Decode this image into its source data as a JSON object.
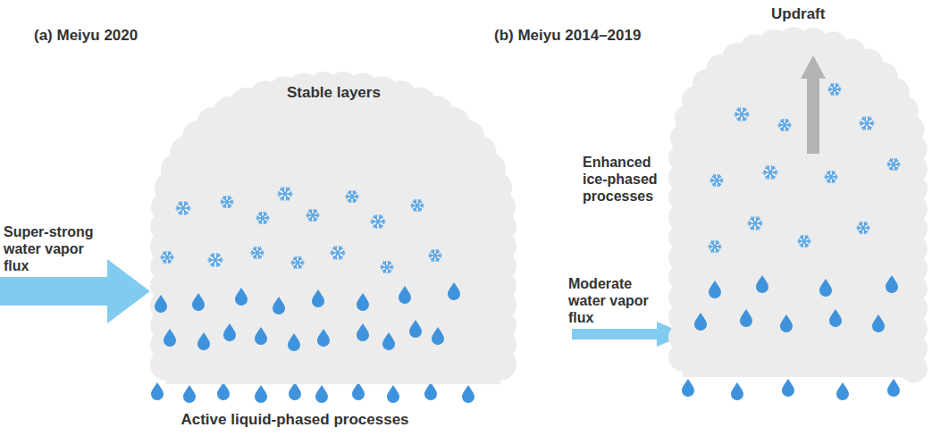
{
  "diagram": {
    "nodes": [
      {
        "text": [
          "Stable layers"
        ]
      },
      {
        "text": [
          "Updraft"
        ]
      }
    ],
    "labels": [
      "(a) Meiyu 2020",
      "(b) Meiyu 2014–2019",
      "Super-strong water vapor flux",
      "Active liquid-phased processes",
      "Enhanced ice-phased processes",
      "Moderate water vapor flux"
    ]
  }
}
